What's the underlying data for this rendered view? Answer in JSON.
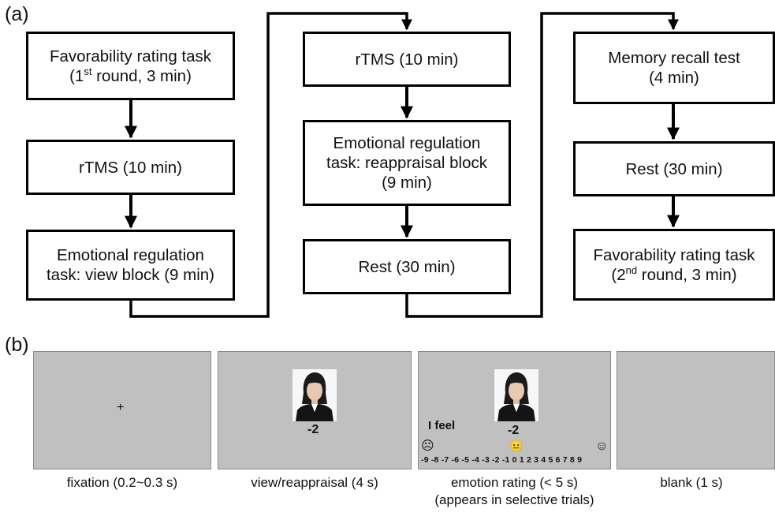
{
  "panel_a": {
    "label": "(a)",
    "col1": {
      "b1_l1": "Favorability rating task",
      "b1_l2_pre": "(1",
      "b1_l2_sup": "st",
      "b1_l2_post": " round, 3 min)",
      "b2": "rTMS (10 min)",
      "b3_l1": "Emotional regulation",
      "b3_l2": "task: view block (9 min)"
    },
    "col2": {
      "b1": "rTMS (10 min)",
      "b2_l1": "Emotional regulation",
      "b2_l2": "task: reappraisal block",
      "b2_l3": "(9 min)",
      "b3": "Rest (30 min)"
    },
    "col3": {
      "b1_l1": "Memory recall test",
      "b1_l2": "(4 min)",
      "b2": "Rest (30 min)",
      "b3_l1": "Favorability rating task",
      "b3_l2_pre": "(2",
      "b3_l2_sup": "nd",
      "b3_l2_post": " round, 3 min)"
    }
  },
  "panel_b": {
    "label": "(b)",
    "screen1": {
      "fixation_symbol": "+",
      "caption": "fixation (0.2~0.3 s)"
    },
    "screen2": {
      "score": "-2",
      "caption": "view/reappraisal (4 s)"
    },
    "screen3": {
      "i_feel": "I feel",
      "score": "-2",
      "scale": "-9 -8 -7 -6 -5 -4 -3 -2 -1 0 1 2 3 4 5 6 7 8 9",
      "emoji_sad": "☹",
      "emoji_neutral": "😐",
      "emoji_happy": "☺",
      "caption_l1": "emotion rating (< 5 s)",
      "caption_l2": "(appears in selective trials)"
    },
    "screen4": {
      "caption": "blank (1 s)"
    }
  },
  "colors": {
    "screen_gray": "#c0c0c0",
    "box_border": "#000000",
    "arrow": "#000000"
  }
}
